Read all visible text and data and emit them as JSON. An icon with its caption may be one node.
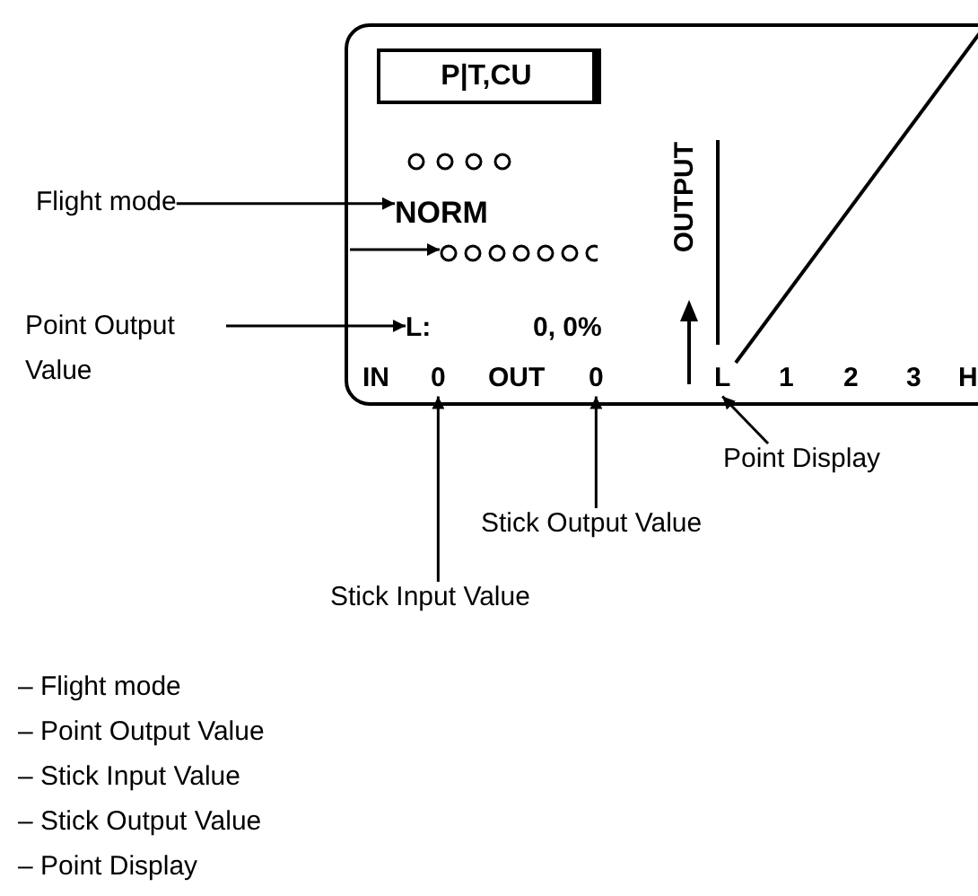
{
  "diagram": {
    "nodes": [
      {
        "text": [],
        "shape": "box"
      },
      {
        "text": [
          "P|T,CU"
        ],
        "in": 0
      },
      {
        "text": [
          "NORM"
        ],
        "in": 0
      },
      {
        "text": [
          "L:"
        ],
        "in": 0
      },
      {
        "text": [
          "0"
        ],
        "in": 0
      },
      {
        "text": [
          "0"
        ],
        "in": 0
      },
      {
        "text": [
          "L"
        ],
        "in": 0
      },
      {
        "text": [],
        "shape": "circle",
        "in": 0
      },
      {
        "text": [
          "Flight mode"
        ]
      },
      {
        "text": [
          "Point Output Value"
        ]
      },
      {
        "text": [
          "Stick Input Value"
        ]
      },
      {
        "text": [
          "Stick Output Value"
        ]
      },
      {
        "text": [
          "Point Display"
        ]
      },
      {
        "text": [],
        "shape": "circle",
        "in": 0
      }
    ],
    "edges": [
      {
        "from": 8,
        "to": 2,
        "arrow": "to"
      },
      {
        "from": 9,
        "to": 3,
        "arrow": "to"
      },
      {
        "from": 10,
        "to": 4,
        "arrow": "to"
      },
      {
        "from": 11,
        "to": 5,
        "arrow": "to"
      },
      {
        "from": 12,
        "to": 6,
        "arrow": "to"
      },
      {
        "from": null,
        "to": 7,
        "arrow": "to"
      }
    ],
    "labels": [
      "0, 0%",
      "IN",
      "OUT",
      "OUTPUT",
      "1",
      "2",
      "3",
      "H",
      "– Flight mode",
      "– Point Output Value",
      "– Stick Input Value",
      "– Stick Output Value",
      "– Point Display"
    ]
  }
}
